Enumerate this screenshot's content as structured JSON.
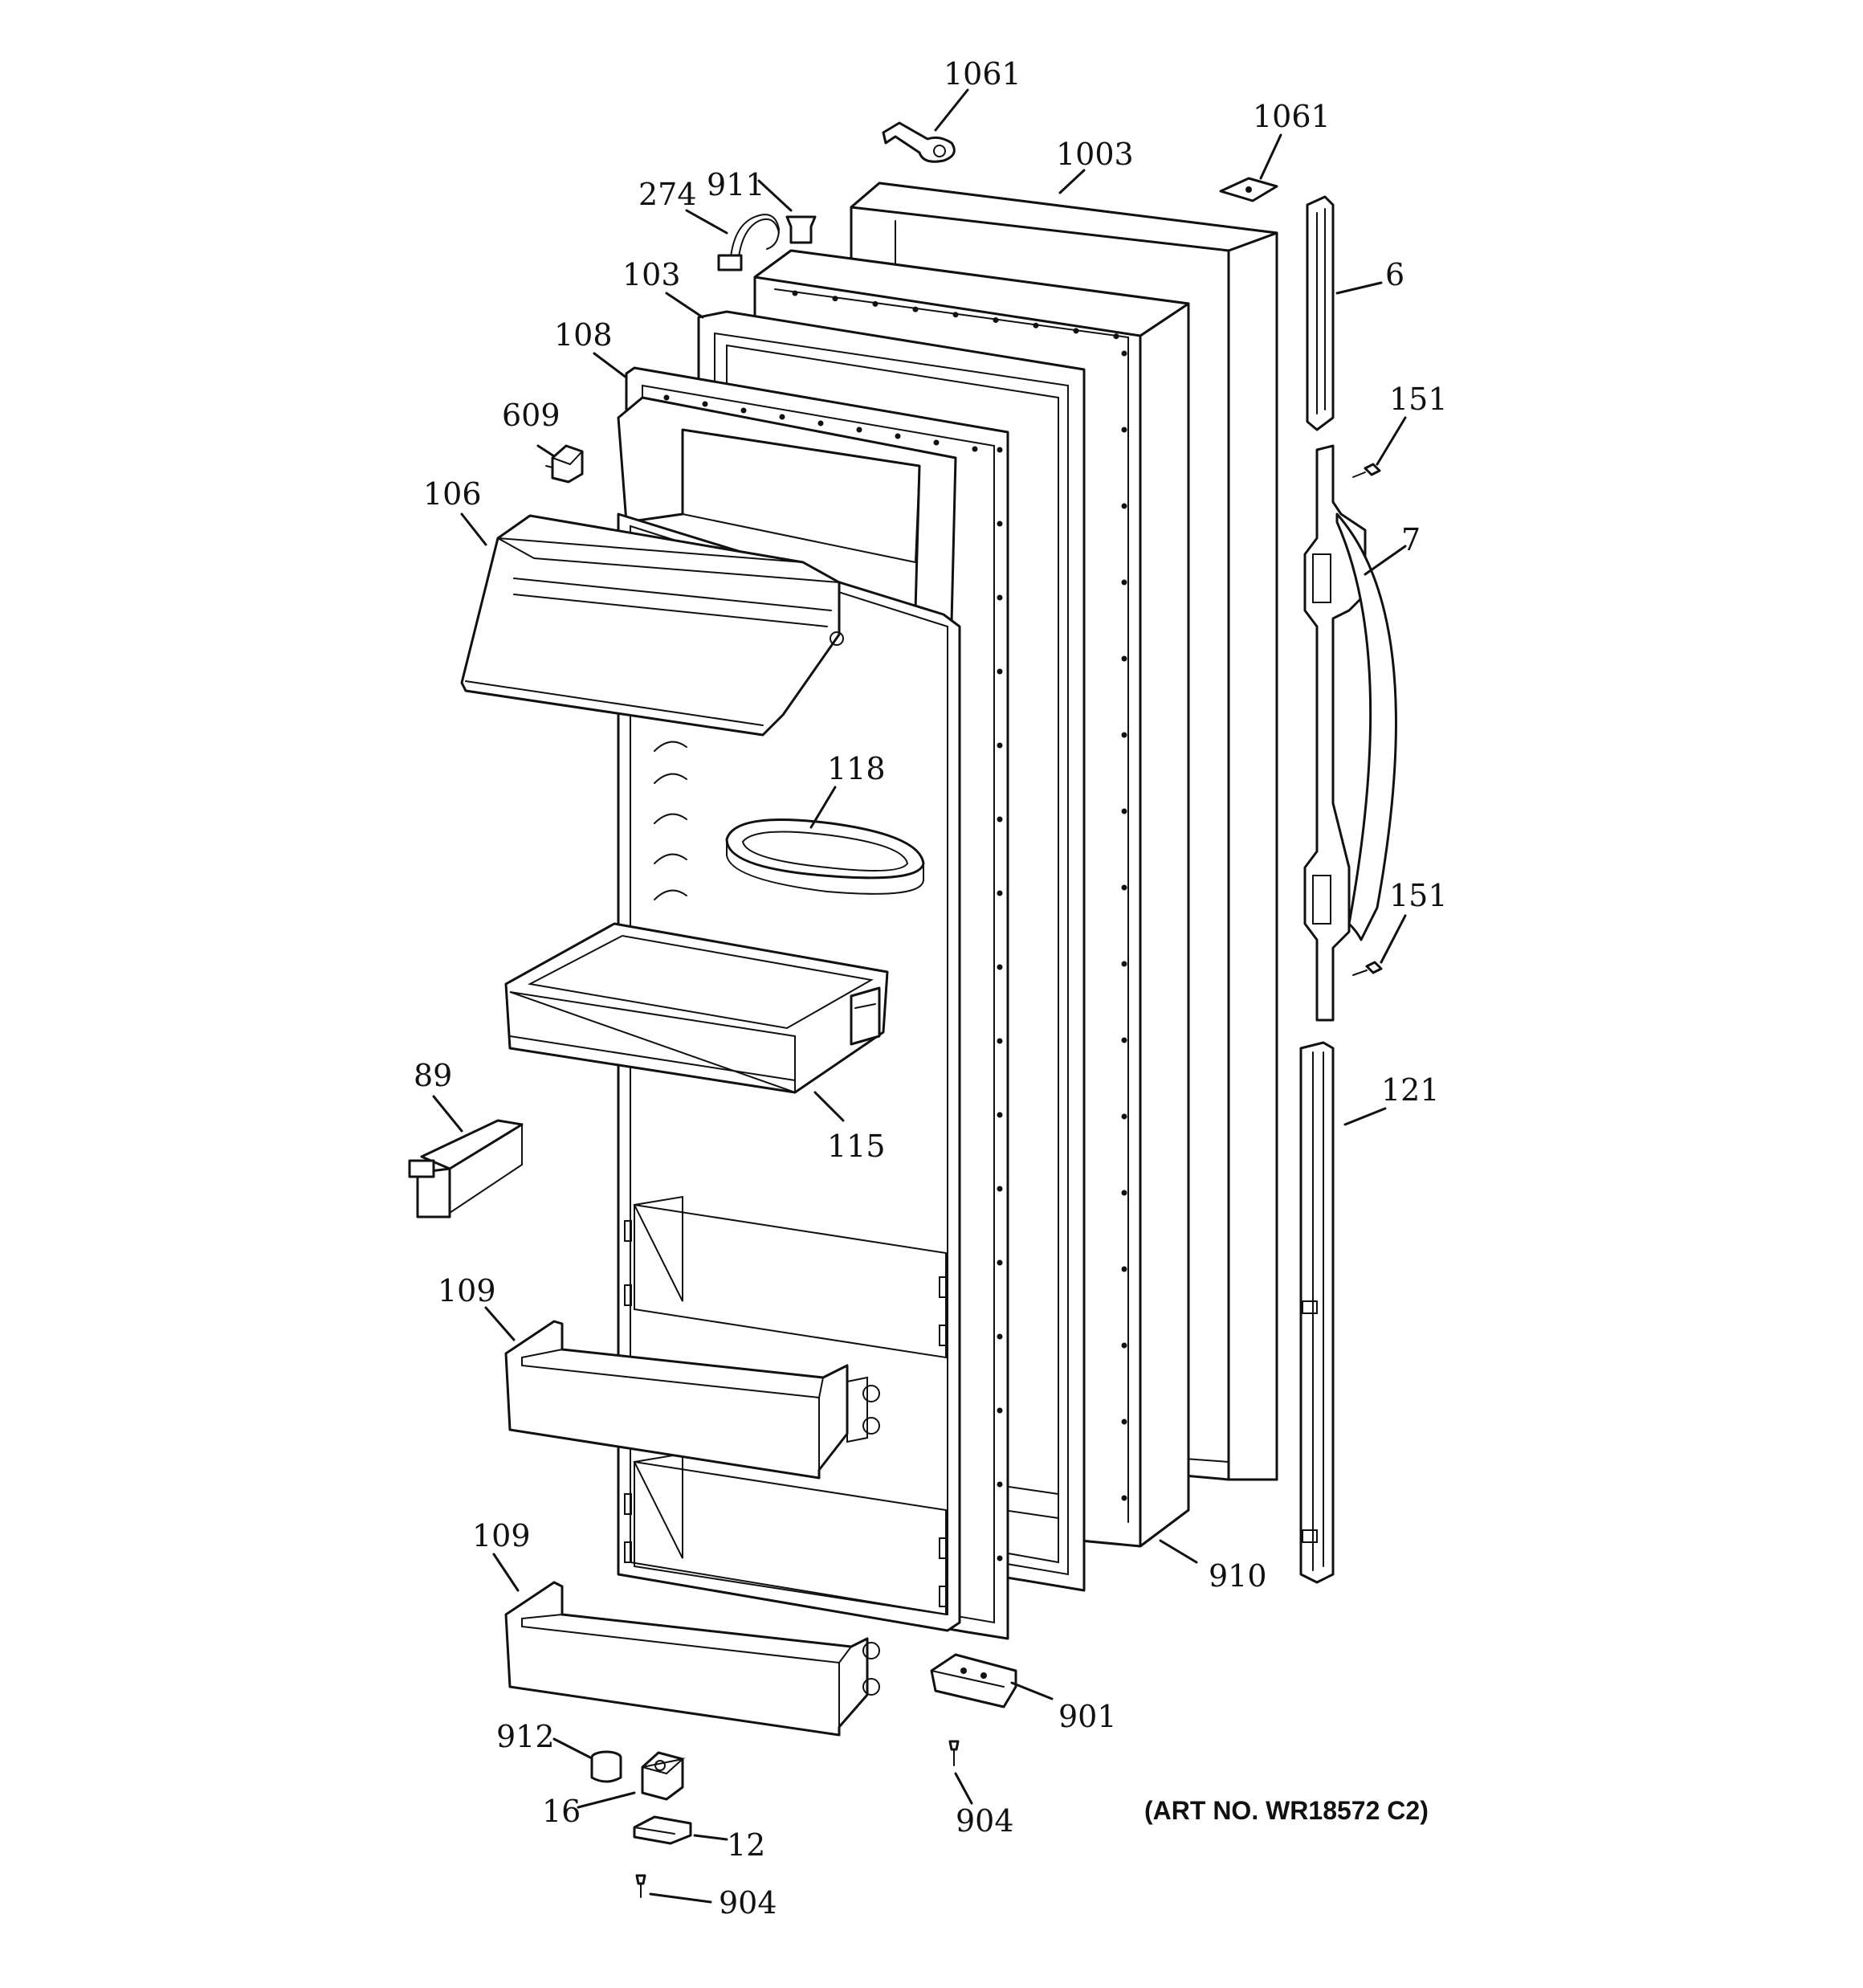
{
  "art_number": "(ART NO. WR18572 C2)",
  "callouts": {
    "c1061a": "1061",
    "c1061b": "1061",
    "c1003": "1003",
    "c274": "274",
    "c911": "911",
    "c103": "103",
    "c6": "6",
    "c108": "108",
    "c151a": "151",
    "c609": "609",
    "c106": "106",
    "c7": "7",
    "c118": "118",
    "c151b": "151",
    "c89": "89",
    "c115": "115",
    "c121": "121",
    "c109a": "109",
    "c109b": "109",
    "c910": "910",
    "c901": "901",
    "c912": "912",
    "c904a": "904",
    "c16": "16",
    "c12": "12",
    "c904b": "904"
  }
}
